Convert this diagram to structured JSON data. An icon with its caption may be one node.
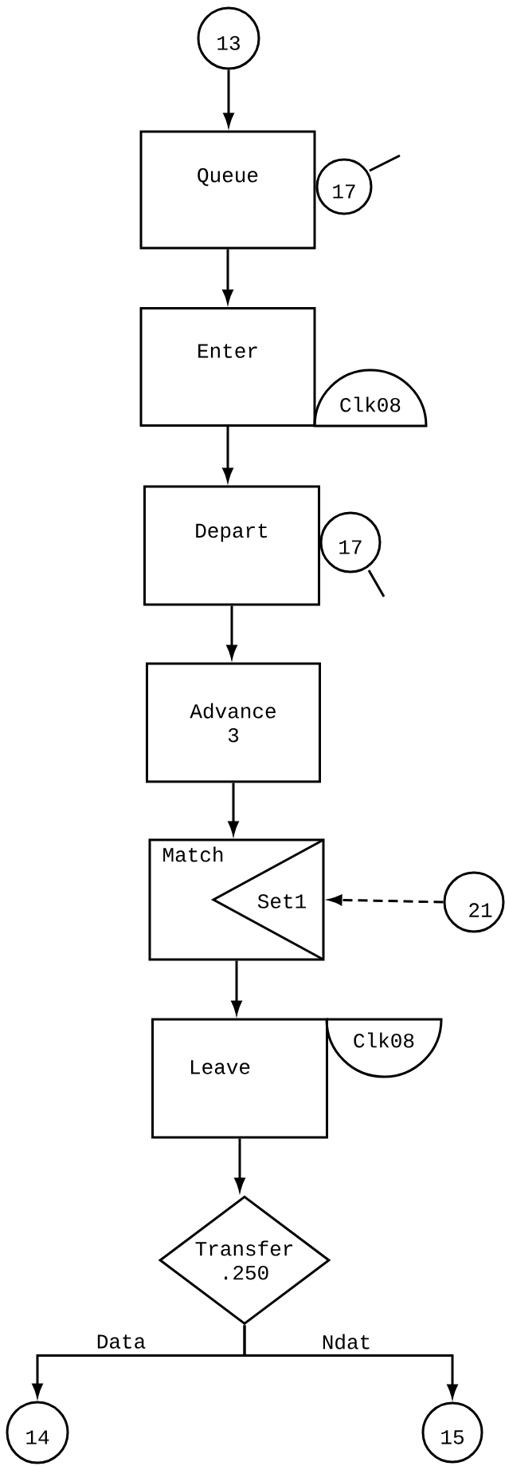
{
  "diagram": {
    "nodes": [
      {
        "text": [
          "13"
        ]
      },
      {
        "text": [
          "Queue"
        ]
      },
      {
        "text": [
          "17"
        ]
      },
      {
        "text": [
          "Enter"
        ]
      },
      {
        "text": [
          "Clk08"
        ]
      },
      {
        "text": [
          "Depart"
        ]
      },
      {
        "text": [
          "17"
        ]
      },
      {
        "text": [
          "Advance 3"
        ]
      },
      {
        "text": [
          "Match"
        ]
      },
      {
        "text": [
          "Set1"
        ],
        "in": 8
      },
      {
        "text": [
          "21"
        ]
      },
      {
        "text": [
          "Leave"
        ]
      },
      {
        "text": [
          "Clk08"
        ]
      },
      {
        "text": [
          "Transfer .250"
        ]
      },
      {
        "text": [
          "14"
        ]
      },
      {
        "text": [
          "15"
        ]
      }
    ],
    "edges": [
      {
        "from": 0,
        "to": 1,
        "arrow": "to"
      },
      {
        "from": 1,
        "to": 3,
        "arrow": "to"
      },
      {
        "from": 3,
        "to": 5,
        "arrow": "to"
      },
      {
        "from": 5,
        "to": 7,
        "arrow": "to"
      },
      {
        "from": 7,
        "to": 8,
        "arrow": "to"
      },
      {
        "from": 8,
        "to": 11,
        "arrow": "to"
      },
      {
        "from": 11,
        "to": 13,
        "arrow": "to"
      },
      {
        "from": 13,
        "to": 14,
        "arrow": "to",
        "label": "Data"
      },
      {
        "from": 13,
        "to": 15,
        "arrow": "to",
        "label": "Ndat"
      },
      {
        "from": 10,
        "to": 9,
        "arrow": "to",
        "style": "dashed"
      }
    ]
  }
}
